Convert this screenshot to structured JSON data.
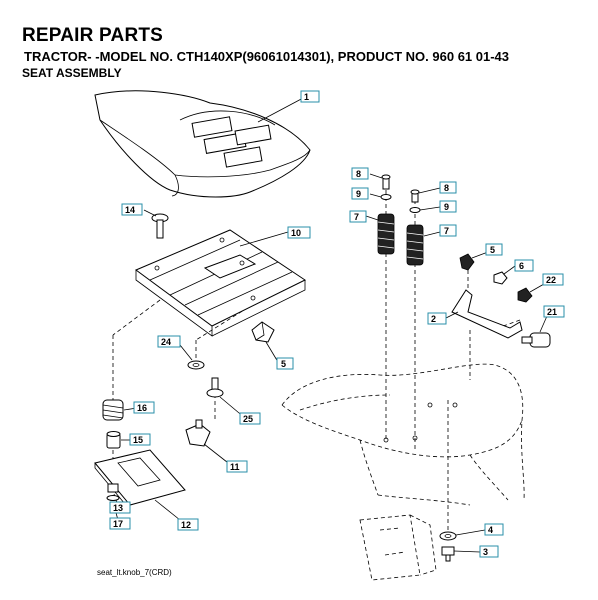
{
  "header": {
    "title": "REPAIR PARTS",
    "subtitle": "TRACTOR- -MODEL NO. CTH140XP(96061014301), PRODUCT NO. 960 61 01-43",
    "section": "SEAT ASSEMBLY"
  },
  "footer": {
    "code": "seat_lt.knob_7(CRD)"
  },
  "callouts": {
    "c1": "1",
    "c2": "2",
    "c3": "3",
    "c4": "4",
    "c5a": "5",
    "c5b": "5",
    "c6": "6",
    "c7a": "7",
    "c7b": "7",
    "c8a": "8",
    "c8b": "8",
    "c9a": "9",
    "c9b": "9",
    "c10": "10",
    "c11": "11",
    "c12": "12",
    "c13": "13",
    "c14": "14",
    "c15": "15",
    "c16": "16",
    "c17": "17",
    "c21": "21",
    "c22": "22",
    "c24": "24",
    "c25": "25"
  }
}
